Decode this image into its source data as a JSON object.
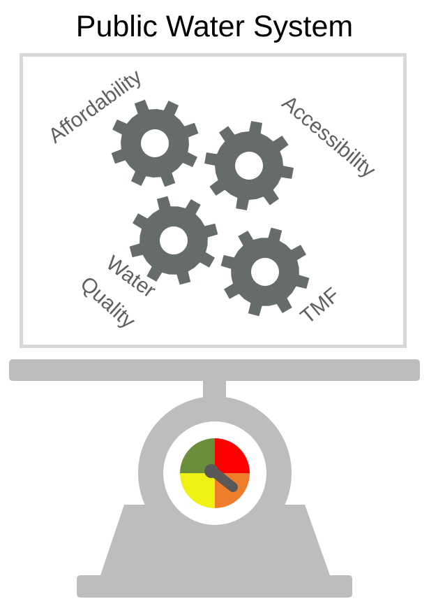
{
  "title": "Public Water System",
  "labels": {
    "affordability": "Affordability",
    "accessibility": "Accessibility",
    "water": "Water",
    "quality": "Quality",
    "tmf": "TMF"
  },
  "colors": {
    "gear": "#666b6b",
    "label": "#606060",
    "frame_border": "#d8d8d8",
    "scale_gray": "#bdbdbd",
    "dial_green": "#6b8e3a",
    "dial_red": "#ff0000",
    "dial_yellow": "#f0f013",
    "dial_orange": "#f07d2a",
    "needle": "#595959"
  }
}
